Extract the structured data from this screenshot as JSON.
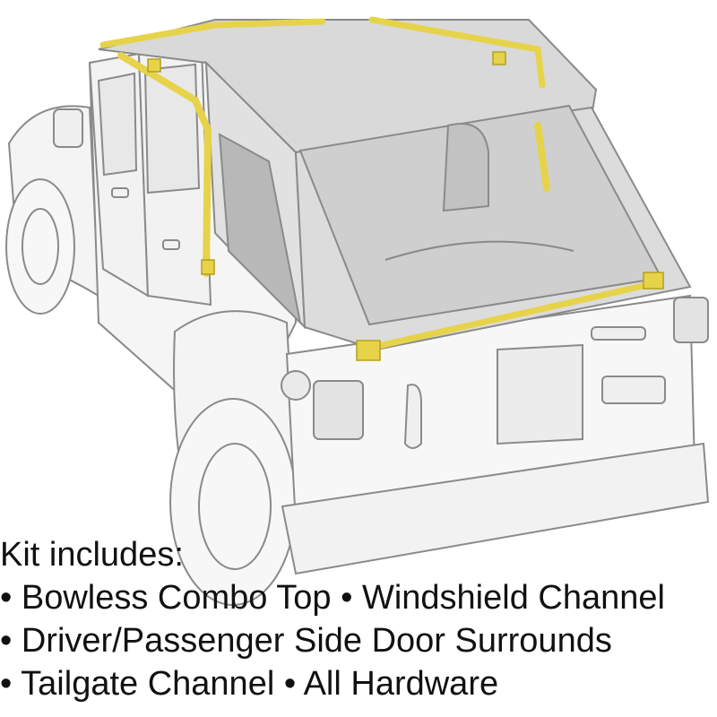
{
  "caption": {
    "heading": "Kit includes:",
    "lines": [
      "• Bowless Combo Top • Windshield Channel",
      "• Driver/Passenger Side Door Surrounds",
      "• Tailgate Channel • All Hardware"
    ]
  },
  "colors": {
    "outline": "#8a8a8a",
    "top_fill": "#d9d9d9",
    "glass_fill": "#cfcfcf",
    "highlight": "#e6d34a",
    "highlight_edge": "#b59f1d",
    "text": "#111111"
  },
  "illustration": {
    "subject": "jeep-rear-three-quarter-view",
    "highlighted_parts": [
      "windshield-channel",
      "door-surround",
      "tailgate-channel"
    ]
  }
}
